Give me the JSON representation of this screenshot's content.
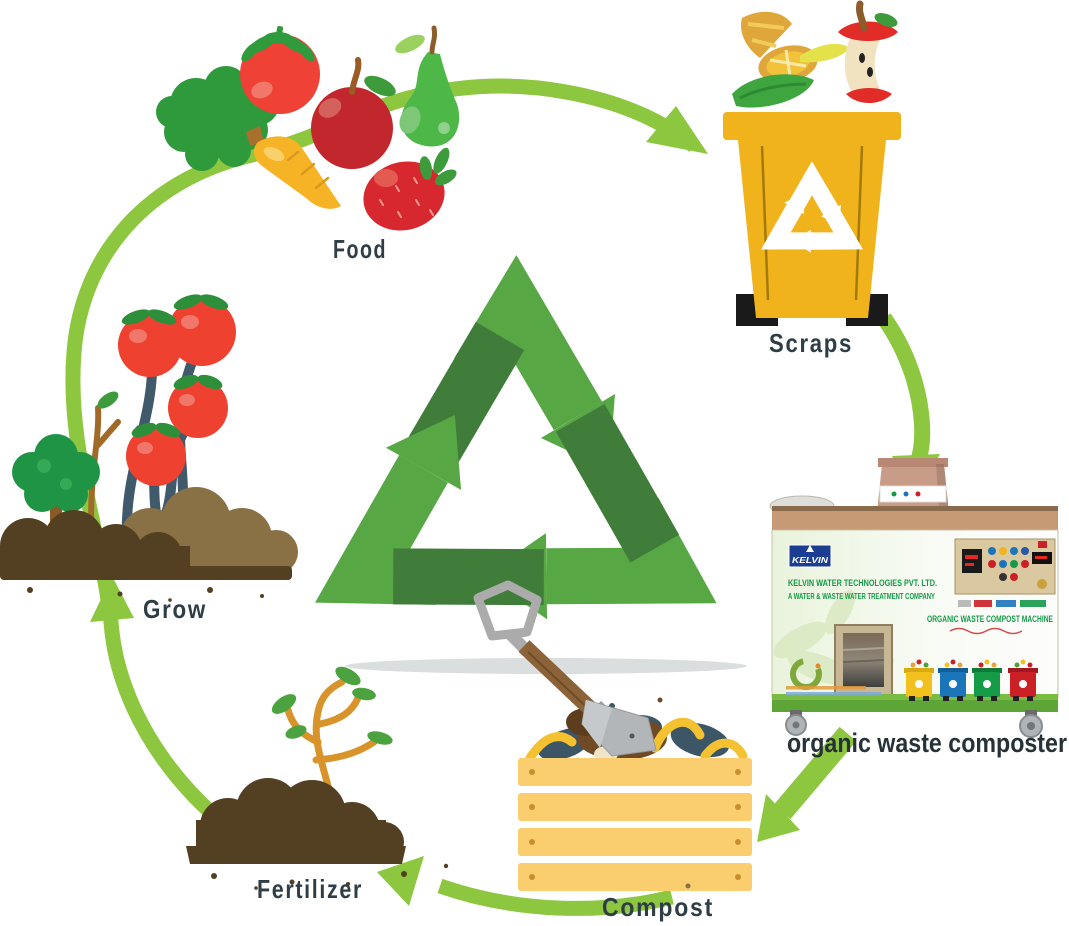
{
  "stages": {
    "food": "Food",
    "scraps": "Scraps",
    "composter": "organic waste composter",
    "compost": "Compost",
    "fertilizer": "Fertilizer",
    "grow": "Grow"
  },
  "cycle_order": [
    "Food",
    "Scraps",
    "organic waste composter",
    "Compost",
    "Fertilizer",
    "Grow"
  ],
  "machine": {
    "brand": "KELVIN",
    "company": "KELVIN WATER TECHNOLOGIES PVT. LTD.",
    "tagline": "A WATER & WASTE WATER TREATMENT COMPANY",
    "product": "ORGANIC WASTE COMPOST MACHINE"
  },
  "colors": {
    "arrow_green": "#8DC63F",
    "recycle_light": "#57A745",
    "recycle_dark": "#417D3A",
    "bin_yellow": "#F0B31B",
    "crate_yellow": "#FACD6E",
    "soil_brown": "#533F21",
    "label_text": "#2F3E46"
  }
}
